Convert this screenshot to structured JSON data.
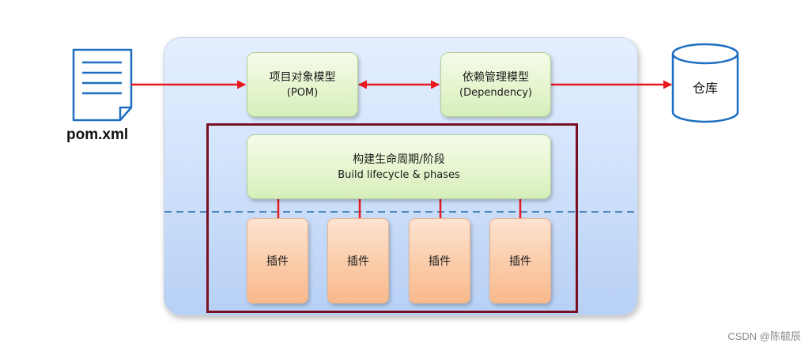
{
  "pom_file": {
    "label": "pom.xml"
  },
  "repository": {
    "label": "仓库"
  },
  "pom_model": {
    "title": "项目对象模型",
    "subtitle": "(POM)"
  },
  "dependency_model": {
    "title": "依赖管理模型",
    "subtitle": "(Dependency)"
  },
  "lifecycle": {
    "title": "构建生命周期/阶段",
    "subtitle": "Build lifecycle & phases"
  },
  "plugins": [
    {
      "label": "插件"
    },
    {
      "label": "插件"
    },
    {
      "label": "插件"
    },
    {
      "label": "插件"
    }
  ],
  "watermark": "CSDN @陈毓辰",
  "colors": {
    "arrow": "#e8191f",
    "frame": "#7a0f22",
    "icon_stroke": "#1e6fc0",
    "dashed_line": "#4f86b8"
  }
}
